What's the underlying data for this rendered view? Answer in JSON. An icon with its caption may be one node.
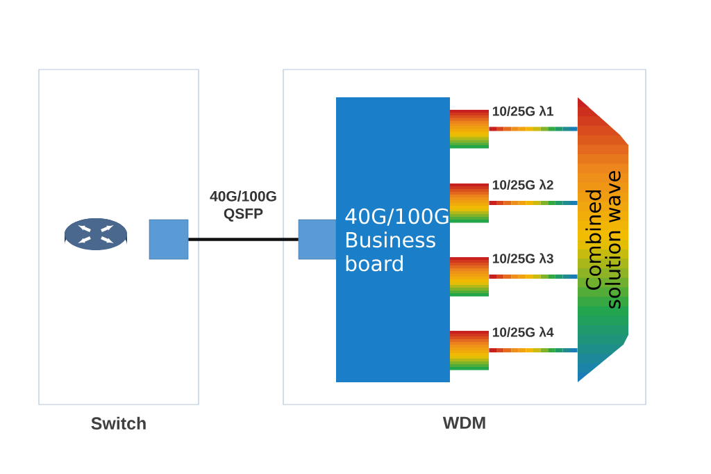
{
  "diagram": {
    "nodes": [
      {
        "text": [
          "Switch"
        ]
      },
      {
        "text": [],
        "shape": "box",
        "in": 0
      },
      {
        "text": [
          "WDM"
        ]
      },
      {
        "text": [],
        "shape": "box",
        "in": 2
      },
      {
        "text": [
          "40G/100G Business board"
        ],
        "in": 2
      },
      {
        "text": [],
        "shape": "box",
        "in": 2
      },
      {
        "text": [],
        "shape": "box",
        "in": 2
      },
      {
        "text": [],
        "shape": "box",
        "in": 2
      },
      {
        "text": [],
        "shape": "box",
        "in": 2
      },
      {
        "text": [
          "Combined solution wave"
        ],
        "in": 2
      }
    ],
    "edges": [
      {
        "from": 1,
        "to": 3,
        "arrow": "none",
        "label": "40G/100G QSFP",
        "color": "#111111"
      },
      {
        "from": 5,
        "to": 9,
        "arrow": "none",
        "label": "10/25G λ1"
      },
      {
        "from": 6,
        "to": 9,
        "arrow": "none",
        "label": "10/25G λ2"
      },
      {
        "from": 7,
        "to": 9,
        "arrow": "none",
        "label": "10/25G λ3"
      },
      {
        "from": 8,
        "to": 9,
        "arrow": "none",
        "label": "10/25G λ4"
      }
    ]
  }
}
